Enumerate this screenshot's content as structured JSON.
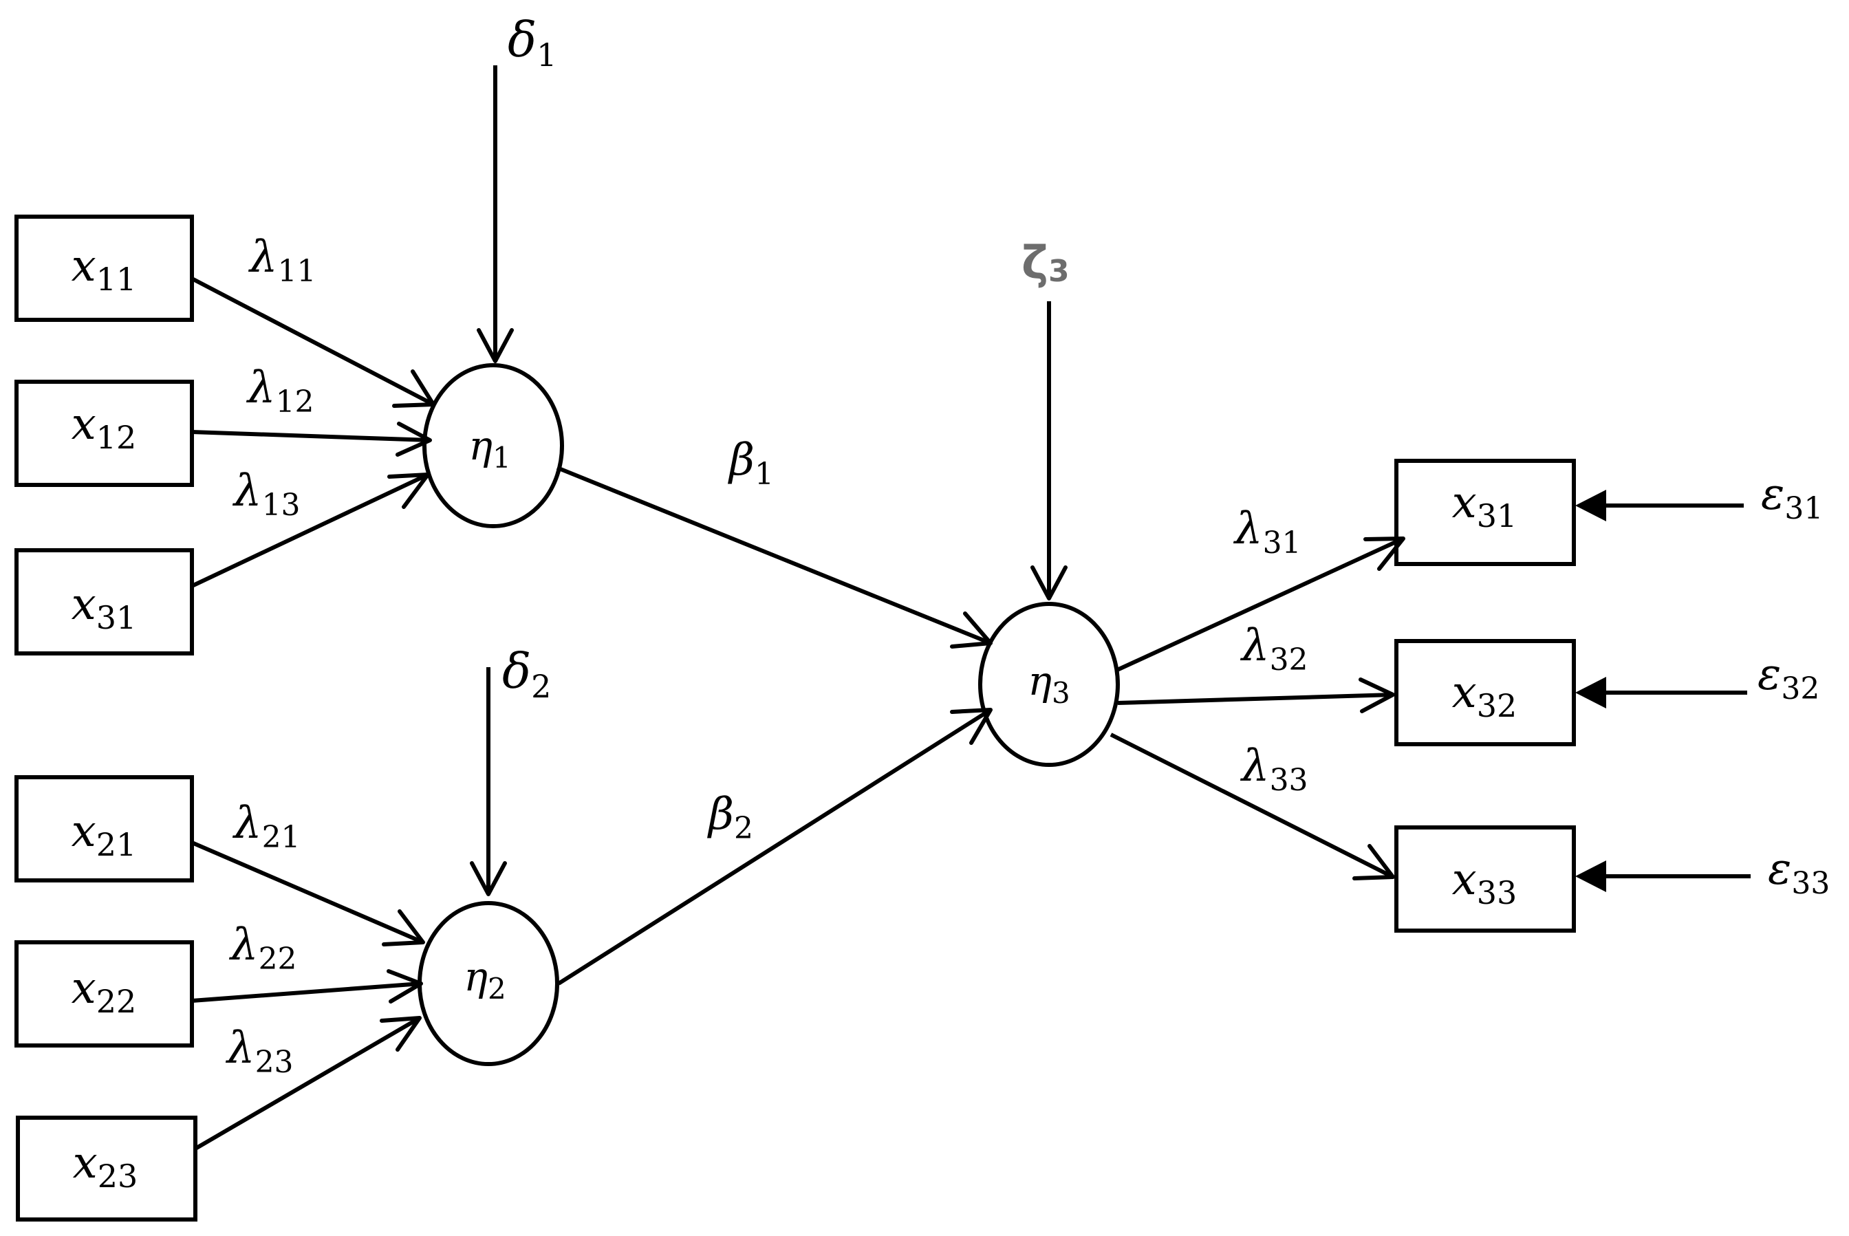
{
  "observed": {
    "x11": {
      "sym": "x",
      "sub": "11"
    },
    "x12": {
      "sym": "x",
      "sub": "12"
    },
    "x31_left": {
      "sym": "x",
      "sub": "31"
    },
    "x21": {
      "sym": "x",
      "sub": "21"
    },
    "x22": {
      "sym": "x",
      "sub": "22"
    },
    "x23": {
      "sym": "x",
      "sub": "23"
    },
    "x31_right": {
      "sym": "x",
      "sub": "31"
    },
    "x32": {
      "sym": "x",
      "sub": "32"
    },
    "x33": {
      "sym": "x",
      "sub": "33"
    }
  },
  "latent": {
    "eta1": {
      "sym": "η",
      "sub": "1"
    },
    "eta2": {
      "sym": "η",
      "sub": "2"
    },
    "eta3": {
      "sym": "η",
      "sub": "3"
    }
  },
  "loadings": {
    "l11": {
      "sym": "λ",
      "sub": "11"
    },
    "l12": {
      "sym": "λ",
      "sub": "12"
    },
    "l13": {
      "sym": "λ",
      "sub": "13"
    },
    "l21": {
      "sym": "λ",
      "sub": "21"
    },
    "l22": {
      "sym": "λ",
      "sub": "22"
    },
    "l23": {
      "sym": "λ",
      "sub": "23"
    },
    "l31": {
      "sym": "λ",
      "sub": "31"
    },
    "l32": {
      "sym": "λ",
      "sub": "32"
    },
    "l33": {
      "sym": "λ",
      "sub": "33"
    }
  },
  "paths": {
    "b1": {
      "sym": "β",
      "sub": "1"
    },
    "b2": {
      "sym": "β",
      "sub": "2"
    }
  },
  "disturbances": {
    "d1": {
      "sym": "δ",
      "sub": "1"
    },
    "d2": {
      "sym": "δ",
      "sub": "2"
    },
    "z3": {
      "sym": "ζ",
      "sub": "3"
    }
  },
  "errors": {
    "e31": {
      "sym": "ε",
      "sub": "31"
    },
    "e32": {
      "sym": "ε",
      "sub": "32"
    },
    "e33": {
      "sym": "ε",
      "sub": "33"
    }
  }
}
